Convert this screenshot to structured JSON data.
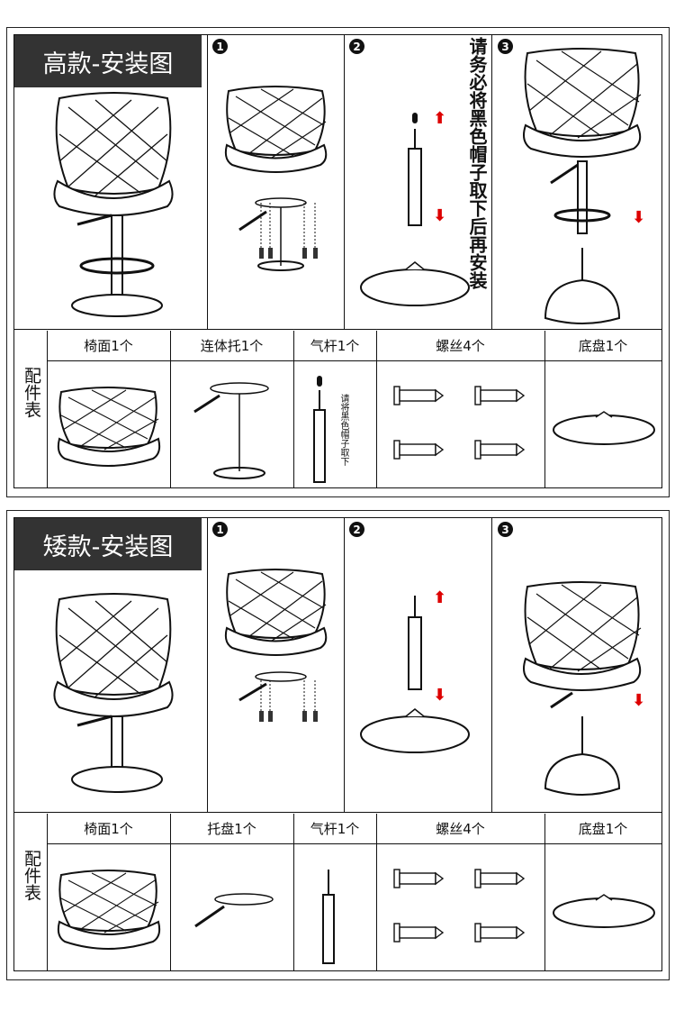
{
  "high": {
    "title": "高款-安装图",
    "steps": [
      "1",
      "2",
      "3"
    ],
    "note": "请务必将黑色帽子取下后再安装",
    "parts_label": "配件表",
    "parts": [
      "椅面1个",
      "连体托1个",
      "气杆1个",
      "螺丝4个",
      "底盘1个"
    ],
    "cap_note": "请将黑色帽子取下"
  },
  "low": {
    "title": "矮款-安装图",
    "steps": [
      "1",
      "2",
      "3"
    ],
    "parts_label": "配件表",
    "parts": [
      "椅面1个",
      "托盘1个",
      "气杆1个",
      "螺丝4个",
      "底盘1个"
    ]
  },
  "icons": {
    "up_arrow": "arrow-up-icon",
    "down_arrow": "arrow-down-icon"
  },
  "colors": {
    "title_bg": "#333333",
    "arrow": "#dd0000"
  }
}
